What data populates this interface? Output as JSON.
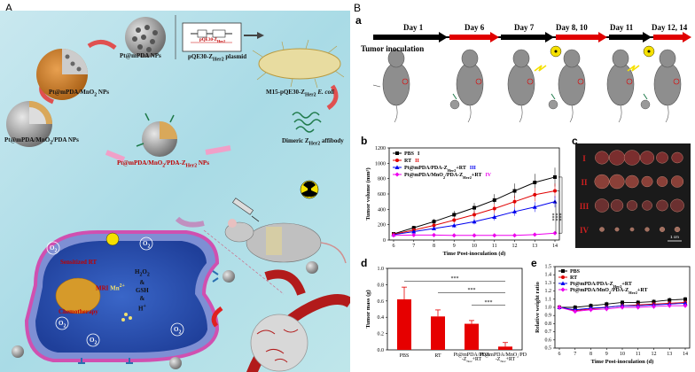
{
  "panel_a": {
    "letter": "A",
    "labels": {
      "pt_mpda": "Pt@mPDA NPs",
      "plasmid": "pQE30-Z",
      "plasmid_sub": "Her2",
      "plasmid_suffix": " plasmid",
      "pt_mno2": "Pt@mPDA/MnO",
      "pt_mno2_sub": "2",
      "pt_mno2_suffix": " NPs",
      "ecoli": "M15-pQE30-Z",
      "ecoli_sub": "Her2",
      "ecoli_suffix": " E. coli",
      "pt_pda": "Pt@mPDA/MnO",
      "pt_pda_sub": "2",
      "pt_pda_suffix": "/PDA NPs",
      "dimeric": "Dimeric Z",
      "dimeric_sub": "Her2",
      "dimeric_suffix": " affibody",
      "final": "Pt@mPDA/MnO",
      "final_sub1": "2",
      "final_mid": "/PDA-Z",
      "final_sub2": "Her2",
      "final_suffix": " NPs",
      "sensitized": "Sensitized RT",
      "mri": "MRI",
      "mn": "Mn",
      "mn_sup": "2+",
      "h2o2": "H",
      "h2o2_sub1": "2",
      "h2o2_mid": "O",
      "h2o2_sub2": "2",
      "amp1": "&",
      "gsh": "GSH",
      "amp2": "&",
      "hplus": "H",
      "hplus_sup": "+",
      "chemo": "Chemotherapy",
      "o2": "O",
      "o2_sub": "2"
    }
  },
  "panel_b": {
    "letter": "B",
    "a": {
      "letter": "a",
      "days": [
        "Day 1",
        "Day 6",
        "Day 7",
        "Day 8, 10",
        "Day 11",
        "Day 12, 14"
      ],
      "tumor_inoculation": "Tumor inoculation"
    },
    "b_letter": "b",
    "c_letter": "c",
    "d_letter": "d",
    "e_letter": "e",
    "photo_rows": [
      "I",
      "II",
      "III",
      "IV"
    ],
    "scale_bar": "1 cm",
    "colors": {
      "pbs": "#000000",
      "rt": "#e00000",
      "pt_rt": "#0000ee",
      "full": "#ee00ee"
    }
  },
  "chart_data": [
    {
      "type": "line",
      "title": "",
      "xlabel": "Time Post-inoculation (d)",
      "ylabel": "Tumor volume (mm³)",
      "x": [
        6,
        7,
        8,
        9,
        10,
        11,
        12,
        13,
        14
      ],
      "ylim": [
        0,
        1200
      ],
      "yticks": [
        0,
        200,
        400,
        600,
        800,
        1000,
        1200
      ],
      "series": [
        {
          "name": "PBS",
          "tag": "I",
          "values": [
            80,
            160,
            240,
            330,
            420,
            520,
            640,
            750,
            820
          ]
        },
        {
          "name": "RT",
          "tag": "II",
          "values": [
            75,
            130,
            190,
            260,
            330,
            410,
            500,
            590,
            640
          ]
        },
        {
          "name": "Pt@mPDA/PDA-Z",
          "name_sub": "Her2",
          "name_suffix": "+RT",
          "tag": "III",
          "values": [
            70,
            110,
            150,
            190,
            240,
            300,
            370,
            430,
            500
          ]
        },
        {
          "name": "Pt@mPDA/MnO",
          "name_sub": "2",
          "name_mid": "/PDA-Z",
          "name_sub2": "Her2",
          "name_suffix": "+RT",
          "tag": "IV",
          "values": [
            60,
            65,
            65,
            60,
            60,
            60,
            60,
            70,
            90
          ]
        }
      ],
      "significance": [
        "***",
        "***",
        "***"
      ]
    },
    {
      "type": "bar",
      "title": "",
      "xlabel": "",
      "ylabel": "Tumor mass (g)",
      "categories": [
        "PBS",
        "RT",
        "Pt@mPDA/PDA-Z+RT",
        "Pt@mPDA/MnO2/PDA-Z+RT"
      ],
      "category_lines": [
        [
          "PBS"
        ],
        [
          "RT"
        ],
        [
          "Pt@mPDA/PDA",
          "-Z",
          "Her2",
          "+RT"
        ],
        [
          "Pt@mPDA/MnO",
          "2",
          "/PDA",
          "-Z",
          "Her2",
          "+RT"
        ]
      ],
      "values": [
        0.62,
        0.41,
        0.32,
        0.04
      ],
      "errors": [
        0.15,
        0.08,
        0.04,
        0.05
      ],
      "ylim": [
        0,
        1.0
      ],
      "yticks": [
        0.0,
        0.2,
        0.4,
        0.6,
        0.8,
        1.0
      ],
      "significance": [
        "***",
        "***",
        "***"
      ]
    },
    {
      "type": "line",
      "title": "",
      "xlabel": "Time Post-inoculation (d)",
      "ylabel": "Relative weight ratio",
      "x": [
        6,
        7,
        8,
        9,
        10,
        11,
        12,
        13,
        14
      ],
      "ylim": [
        0.5,
        1.5
      ],
      "yticks": [
        0.5,
        0.6,
        0.7,
        0.8,
        0.9,
        1.0,
        1.1,
        1.2,
        1.3,
        1.4,
        1.5
      ],
      "series": [
        {
          "name": "PBS",
          "values": [
            1.0,
            1.0,
            1.02,
            1.04,
            1.06,
            1.06,
            1.07,
            1.09,
            1.1
          ]
        },
        {
          "name": "RT",
          "values": [
            1.0,
            0.96,
            0.98,
            1.0,
            1.02,
            1.03,
            1.04,
            1.05,
            1.06
          ]
        },
        {
          "name": "Pt@mPDA/PDA-Z",
          "name_sub": "Her2",
          "name_suffix": "+RT",
          "values": [
            1.0,
            0.97,
            0.99,
            1.0,
            1.02,
            1.02,
            1.03,
            1.04,
            1.05
          ]
        },
        {
          "name": "Pt@mPDA/MnO",
          "name_sub": "2",
          "name_mid": "/PDA-Z",
          "name_sub2": "Her2",
          "name_suffix": "+RT",
          "values": [
            1.0,
            0.95,
            0.97,
            0.98,
            1.0,
            1.0,
            1.01,
            1.02,
            1.02
          ]
        }
      ]
    }
  ]
}
